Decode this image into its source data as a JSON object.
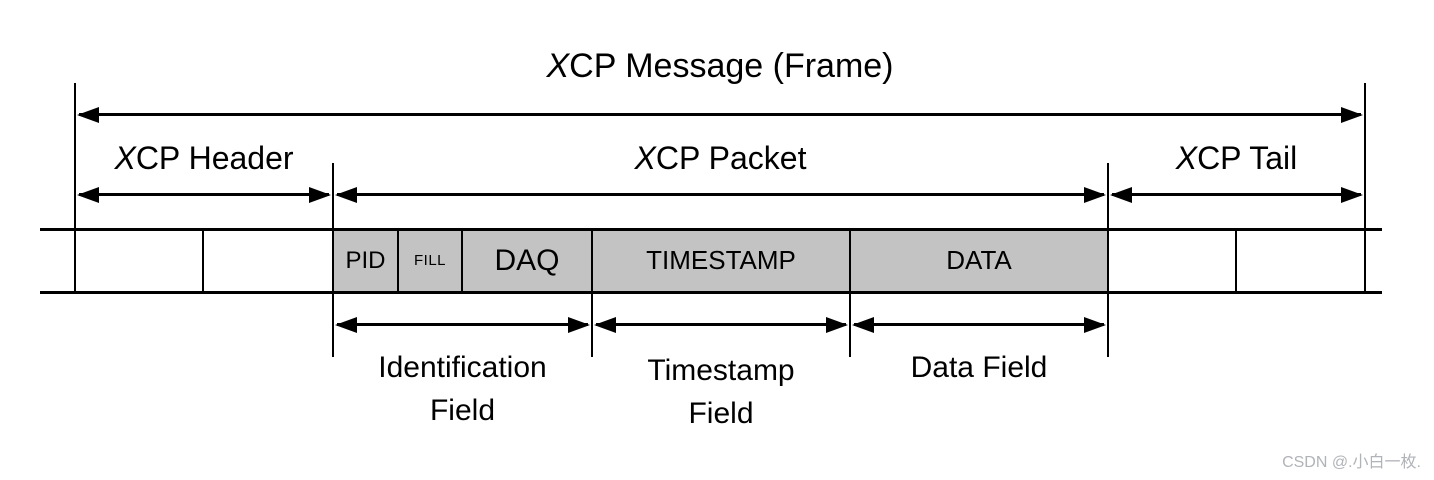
{
  "title": {
    "x_italic": "X",
    "rest": "CP Message (Frame)"
  },
  "spans": {
    "header": {
      "x_italic": "X",
      "rest": "CP Header"
    },
    "packet": {
      "x_italic": "X",
      "rest": "CP Packet"
    },
    "tail": {
      "x_italic": "X",
      "rest": "CP Tail"
    }
  },
  "cells": [
    {
      "label": "PID"
    },
    {
      "label": "FILL"
    },
    {
      "label": "DAQ"
    },
    {
      "label": "TIMESTAMP"
    },
    {
      "label": "DATA"
    }
  ],
  "fields": [
    {
      "line1": "Identification",
      "line2": "Field"
    },
    {
      "line1": "Timestamp",
      "line2": "Field"
    },
    {
      "line1": "Data Field",
      "line2": ""
    }
  ],
  "watermark": "CSDN @.小白一枚.",
  "colors": {
    "line": "#000000",
    "cell_fill": "#c3c3c3",
    "watermark_gray": "#b0b3b8"
  }
}
